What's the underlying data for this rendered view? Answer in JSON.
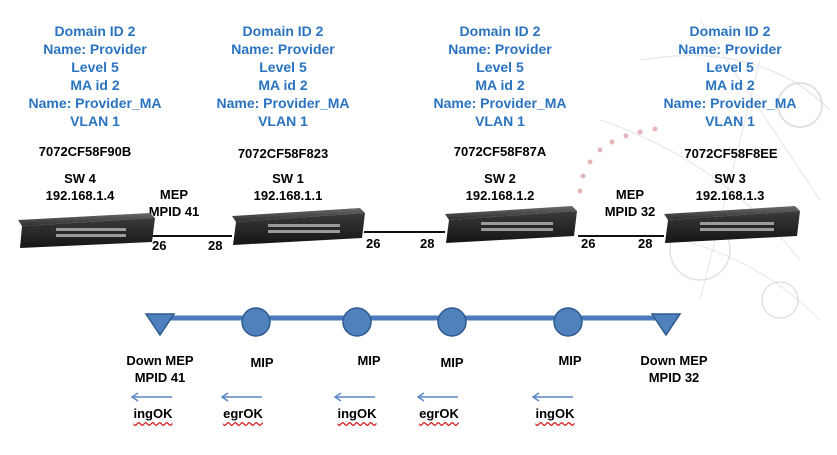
{
  "switches": [
    {
      "info": [
        "Domain ID 2",
        "Name: Provider",
        "Level  5",
        "MA id 2",
        "Name: Provider_MA",
        "VLAN 1"
      ],
      "mac": "7072CF58F90B",
      "sw": "SW 4",
      "ip": "192.168.1.4"
    },
    {
      "info": [
        "Domain ID 2",
        "Name: Provider",
        "Level  5",
        "MA id 2",
        "Name: Provider_MA",
        "VLAN 1"
      ],
      "mac": "7072CF58F823",
      "sw": "SW 1",
      "ip": "192.168.1.1"
    },
    {
      "info": [
        "Domain ID 2",
        "Name: Provider",
        "Level  5",
        "MA id 2",
        "Name: Provider_MA",
        "VLAN 1"
      ],
      "mac": "7072CF58F87A",
      "sw": "SW 2",
      "ip": "192.168.1.2"
    },
    {
      "info": [
        "Domain ID 2",
        "Name: Provider",
        "Level  5",
        "MA id 2",
        "Name: Provider_MA",
        "VLAN 1"
      ],
      "mac": "7072CF58F8EE",
      "sw": "SW 3",
      "ip": "192.168.1.3"
    }
  ],
  "meps_top": [
    {
      "line1": "MEP",
      "line2": "MPID 41"
    },
    {
      "line1": "MEP",
      "line2": "MPID 32"
    }
  ],
  "ports": [
    "26",
    "28",
    "26",
    "28",
    "26",
    "28"
  ],
  "nodes": [
    {
      "type": "mep",
      "line1": "Down MEP",
      "line2": "MPID 41",
      "action": "ingOK"
    },
    {
      "type": "mip",
      "line1": "MIP",
      "line2": "",
      "action": "egrOK"
    },
    {
      "type": "mip",
      "line1": "MIP",
      "line2": "",
      "action": "ingOK"
    },
    {
      "type": "mip",
      "line1": "MIP",
      "line2": "",
      "action": "egrOK"
    },
    {
      "type": "mip",
      "line1": "MIP",
      "line2": "",
      "action": "ingOK"
    },
    {
      "type": "mep",
      "line1": "Down MEP",
      "line2": "MPID 32",
      "action": ""
    }
  ],
  "colors": {
    "info_text": "#2a73c0",
    "link_bar": "#4a7bbf",
    "node_fill": "#4f81bd",
    "node_stroke": "#2f5a8f",
    "arrow": "#5b86c6",
    "switch_body": "#2b2b2b",
    "wavy_underline": "#d42020"
  }
}
